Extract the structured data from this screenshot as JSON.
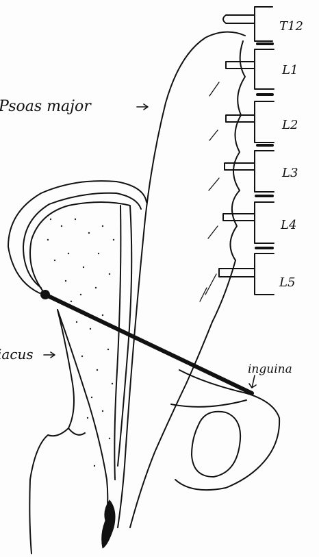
{
  "labels": {
    "psoas": "Psoas major",
    "iliacus": "iacus",
    "inguinal": "inguina",
    "vertebrae": [
      "T12",
      "L1",
      "L2",
      "L3",
      "L4",
      "L5"
    ]
  },
  "colors": {
    "ink": "#111111",
    "paper": "#fdfdfd",
    "stipple": "#222222"
  }
}
